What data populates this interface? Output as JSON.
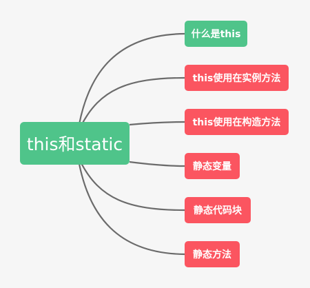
{
  "mindmap": {
    "root": {
      "label": "this和static",
      "color": "#4fc48a"
    },
    "children": [
      {
        "label": "什么是this",
        "color": "#4fc48a"
      },
      {
        "label": "this使用在实例方法",
        "color": "#fb5560"
      },
      {
        "label": "this使用在构造方法",
        "color": "#fb5560"
      },
      {
        "label": "静态变量",
        "color": "#fb5560"
      },
      {
        "label": "静态代码块",
        "color": "#fb5560"
      },
      {
        "label": "静态方法",
        "color": "#fb5560"
      }
    ],
    "connector_color": "#6b6b6b"
  }
}
